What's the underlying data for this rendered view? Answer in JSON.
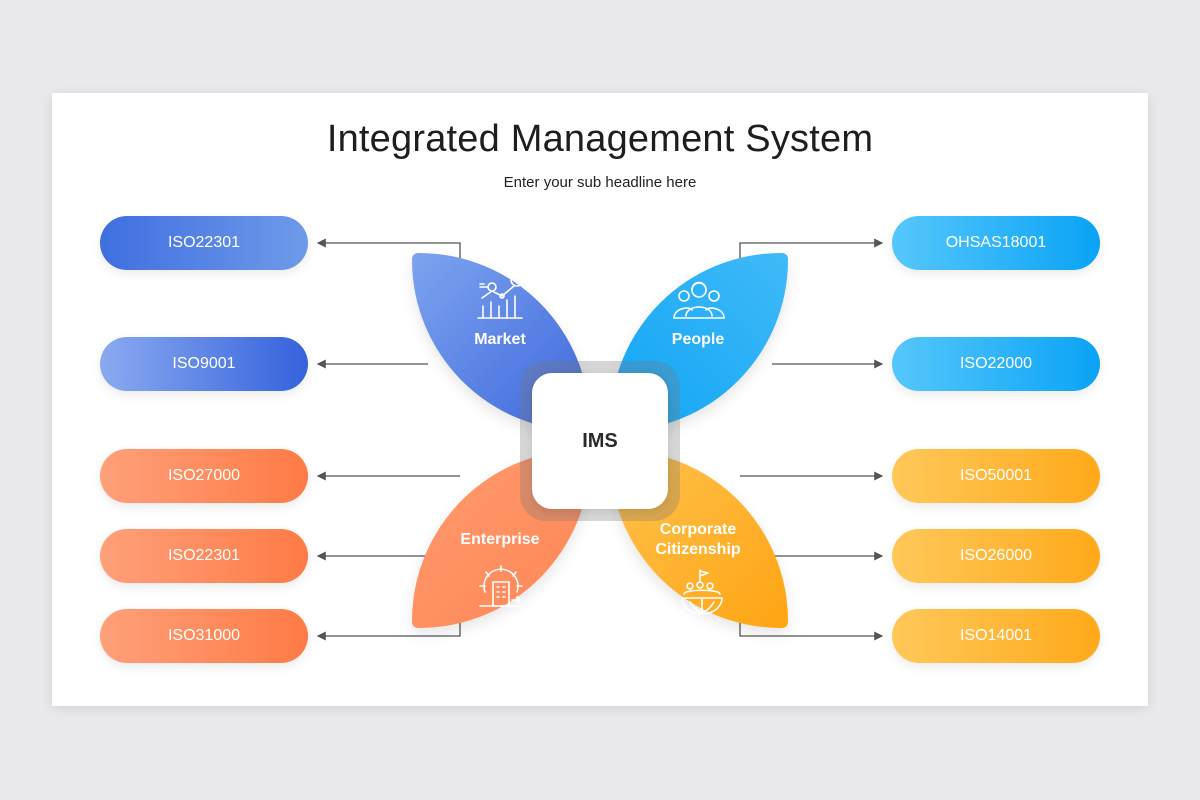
{
  "title": "Integrated Management System",
  "subtitle": "Enter your sub headline here",
  "center": "IMS",
  "petals": {
    "market": "Market",
    "people": "People",
    "enterprise": "Enterprise",
    "corporate_line1": "Corporate",
    "corporate_line2": "Citizenship"
  },
  "left_items": [
    "ISO22301",
    "ISO9001",
    "ISO27000",
    "ISO22301",
    "ISO31000"
  ],
  "right_items": [
    "OHSAS18001",
    "ISO22000",
    "ISO50001",
    "ISO26000",
    "ISO14001"
  ],
  "colors": {
    "market": "#3d66dc",
    "people": "#10a4f5",
    "enterprise": "#ff8553",
    "corporate": "#ffa414"
  },
  "icons": {
    "market": "analytics-chart-icon",
    "people": "team-icon",
    "enterprise": "building-gear-icon",
    "corporate": "globe-community-icon"
  }
}
